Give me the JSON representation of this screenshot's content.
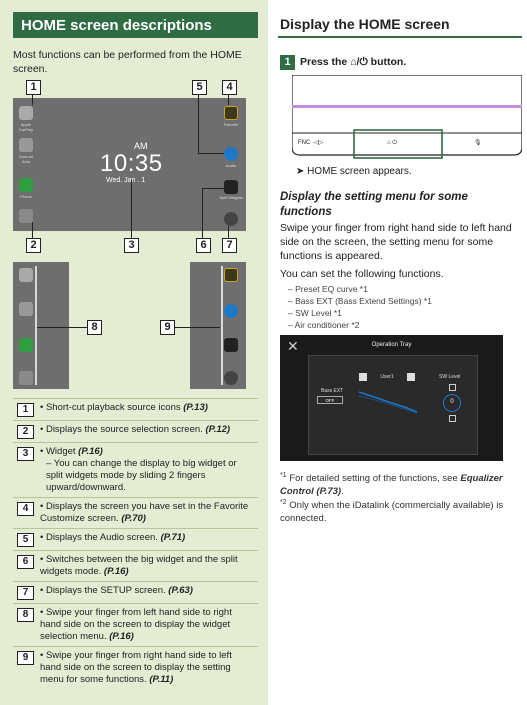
{
  "left": {
    "title": "HOME screen descriptions",
    "intro": "Most functions can be performed from the HOME screen.",
    "callouts": [
      "1",
      "2",
      "3",
      "4",
      "5",
      "6",
      "7",
      "8",
      "9"
    ],
    "screen": {
      "clock_am": "AM",
      "clock_time": "10:35",
      "clock_date": "Wed. Jan .  1",
      "favorite_label": "Favorite",
      "audio_label": "Audio",
      "split_label": "Split Widgets",
      "phone_label": "Phone",
      "apple_label": "Apple CarPlay",
      "android_label": "Android Auto"
    },
    "descriptions": [
      {
        "num": "1",
        "text": "• Short-cut playback source icons ",
        "ref": "(P.13)"
      },
      {
        "num": "2",
        "text": "• Displays the source selection screen. ",
        "ref": "(P.12)"
      },
      {
        "num": "3",
        "text": "• Widget ",
        "ref": "(P.16)",
        "sub": "– You can change the display to big widget or split widgets mode by sliding 2 fingers upward/downward."
      },
      {
        "num": "4",
        "text": "• Displays the screen you have set in the Favorite Customize screen. ",
        "ref": "(P.70)"
      },
      {
        "num": "5",
        "text": "• Displays the Audio screen. ",
        "ref": "(P.71)"
      },
      {
        "num": "6",
        "text": "• Switches between the big widget and the split widgets mode. ",
        "ref": "(P.16)"
      },
      {
        "num": "7",
        "text": "• Displays the SETUP screen. ",
        "ref": "(P.63)"
      },
      {
        "num": "8",
        "text": "• Swipe your finger from left hand side to right hand side on the screen to display the widget selection menu. ",
        "ref": "(P.16)"
      },
      {
        "num": "9",
        "text": "• Swipe your finger from right hand side to left hand side on the screen to display the setting menu for some functions. ",
        "ref": "(P.11)"
      }
    ]
  },
  "right": {
    "title": "Display the HOME screen",
    "step_num": "1",
    "step_text": "Press the ⌂/⏻ button.",
    "device": {
      "fnc_label": "FNC ·◁▷",
      "home_label": "⌂ ⏻",
      "mic_label": "🎙"
    },
    "result": "➤  HOME screen appears.",
    "sub_title": "Display the setting menu for some functions",
    "body": "Swipe your finger from right hand side to left hand side on the screen, the setting menu for some functions is appeared.",
    "functions_intro": "You can set the following functions.",
    "functions": [
      "– Preset EQ curve *1",
      "– Bass EXT (Bass Extend Settings) *1",
      "– SW Level *1",
      "– Air conditioner *2"
    ],
    "tray": {
      "title": "Operation Tray",
      "bass_label": "Bass EXT",
      "bass_value": "OFF",
      "eq_label": "User1",
      "sw_label": "SW Level",
      "sw_value": "0"
    },
    "footnote1_mark": "*1",
    "footnote1_text": "For detailed setting of the functions, see ",
    "footnote1_ref": "Equalizer Control (P.73)",
    "footnote1_end": ".",
    "footnote2_mark": "*2",
    "footnote2_text": "Only when the iDatalink (commercially available) is connected."
  },
  "colors": {
    "accent": "#2f6b43",
    "panel_bg": "#e4edd3",
    "screen_gray": "#6e6e6e"
  }
}
